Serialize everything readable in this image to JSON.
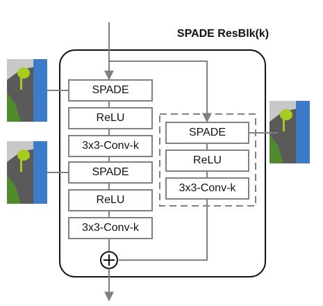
{
  "title": "SPADE ResBlk(k)",
  "main_path": {
    "spade_1": "SPADE",
    "relu_1": "ReLU",
    "conv_1": "3x3-Conv-k",
    "spade_2": "SPADE",
    "relu_2": "ReLU",
    "conv_2": "3x3-Conv-k"
  },
  "shortcut_path": {
    "spade": "SPADE",
    "relu": "ReLU",
    "conv": "3x3-Conv-k"
  },
  "add_symbol": "+",
  "segmentation_map_colors": {
    "background": "#c8c8c8",
    "road": "#5a5a5a",
    "grass": "#4f8a2c",
    "tree": "#a6cc1f",
    "water": "#3d7bc8"
  }
}
